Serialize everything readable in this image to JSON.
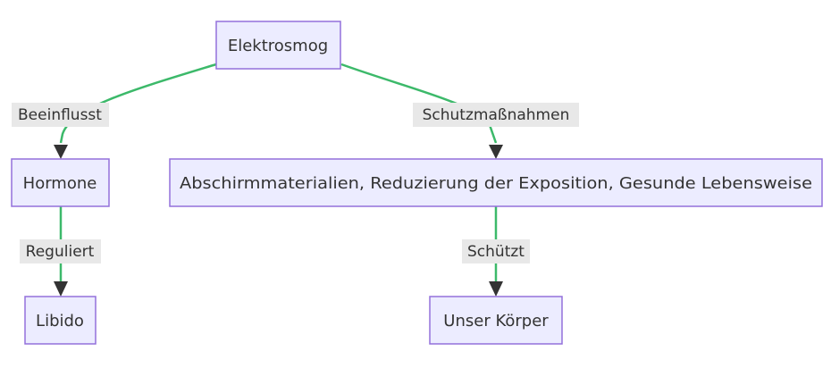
{
  "diagram": {
    "nodes": {
      "elektrosmog": "Elektrosmog",
      "hormone": "Hormone",
      "schutz": "Abschirmmaterialien, Reduzierung der Exposition, Gesunde Lebensweise",
      "libido": "Libido",
      "koerper": "Unser Körper"
    },
    "edges": {
      "beeinflusst": "Beeinflusst",
      "schutzmassnahmen": "Schutzmaßnahmen",
      "reguliert": "Reguliert",
      "schuetzt": "Schützt"
    }
  }
}
